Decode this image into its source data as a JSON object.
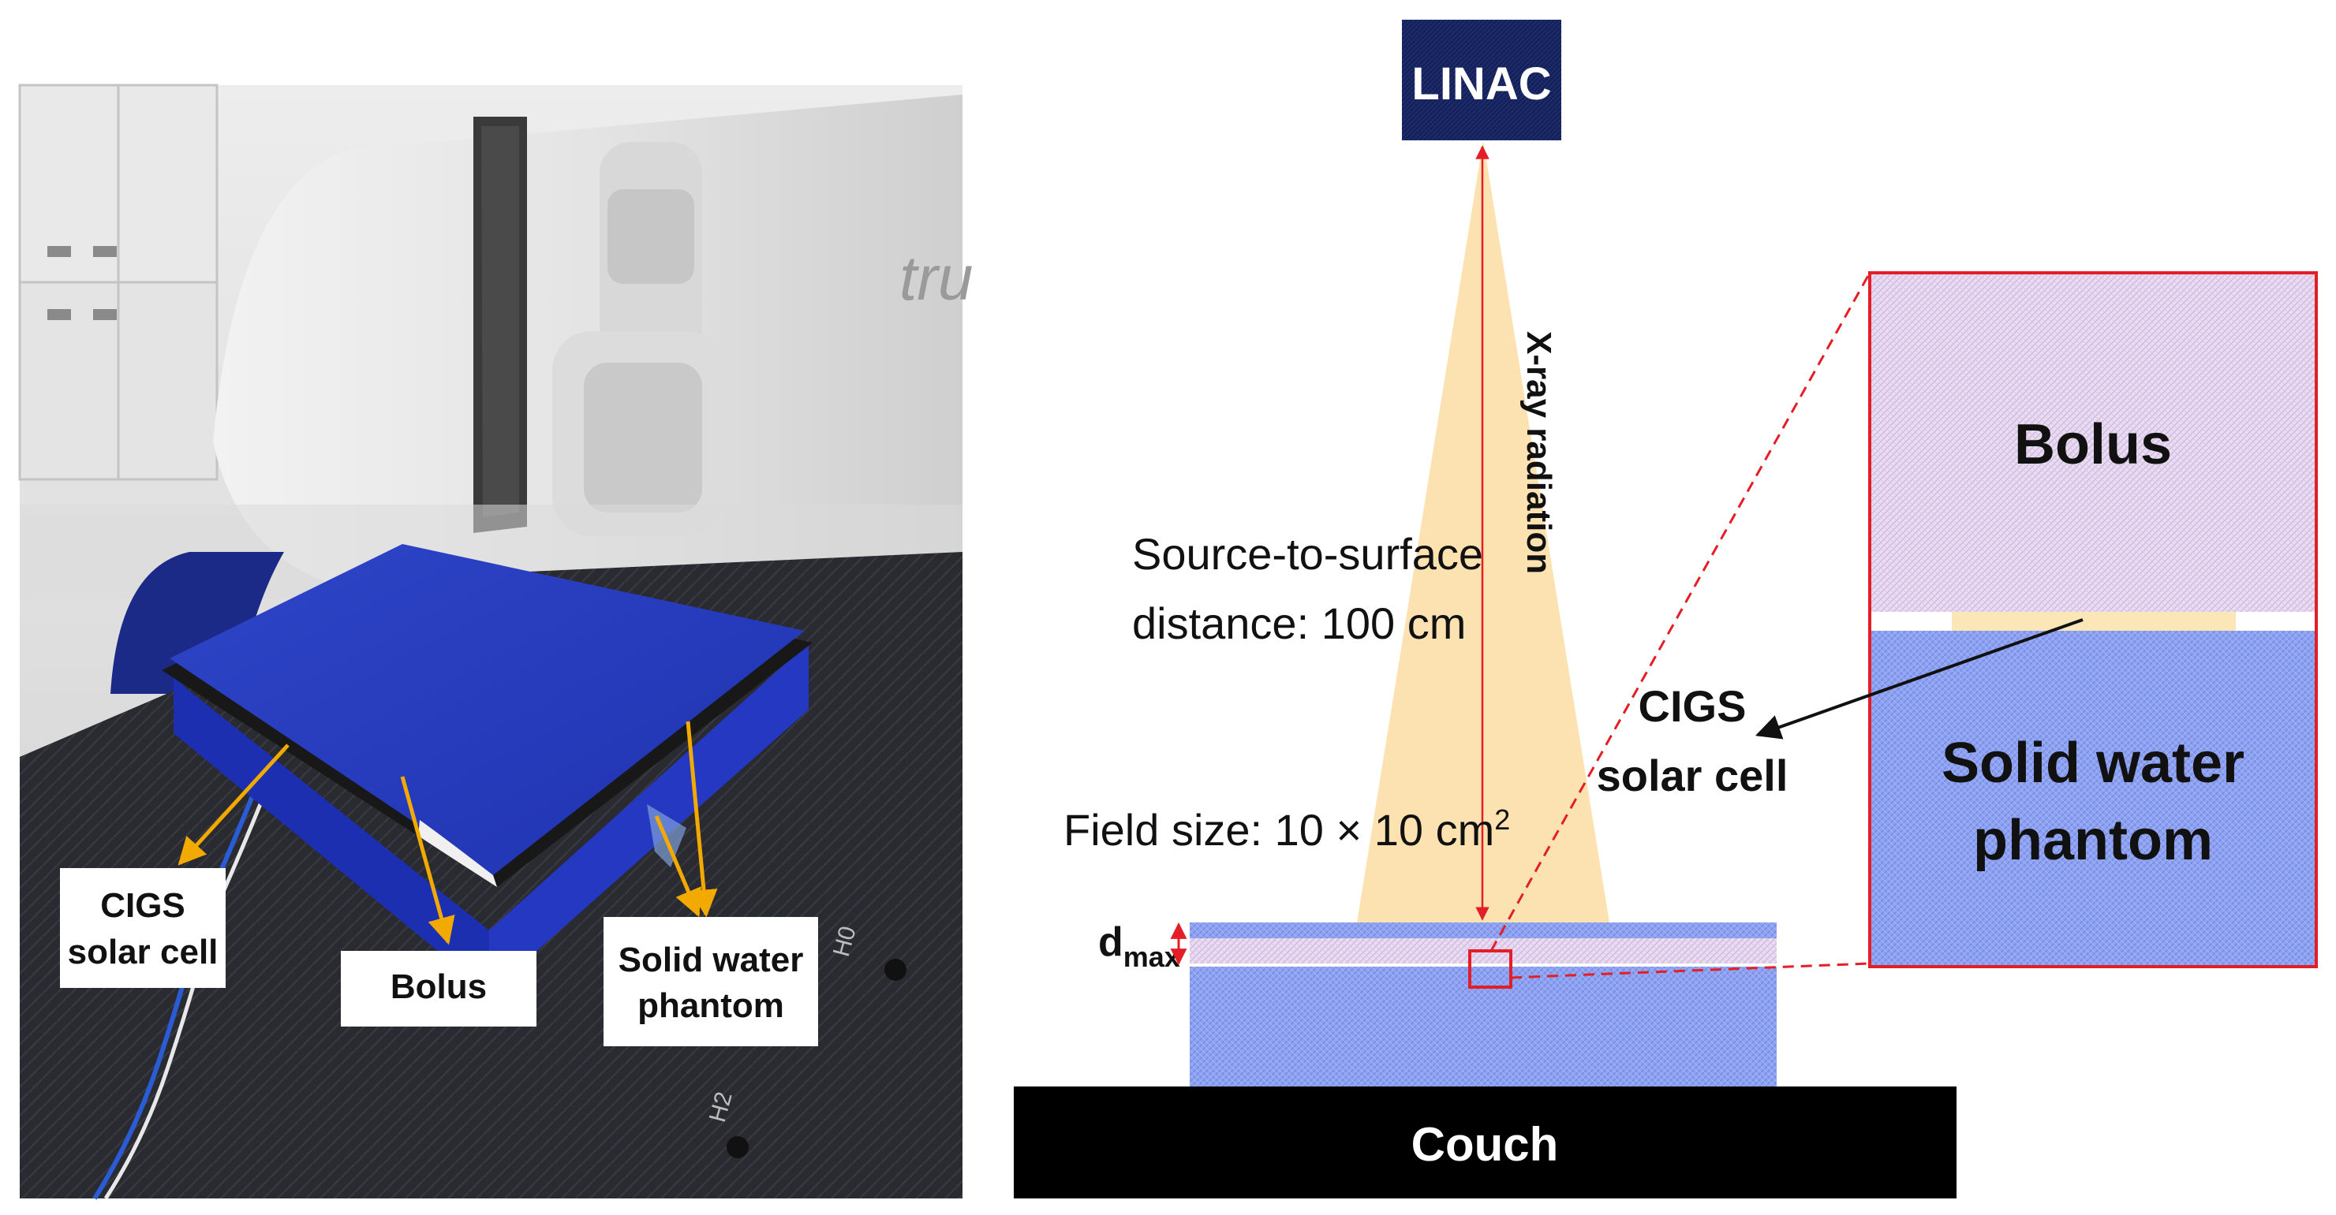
{
  "photo": {
    "scene_text": "tru",
    "couch_marks": {
      "h0": "H0",
      "h2": "H2"
    },
    "callouts": {
      "cigs": [
        "CIGS",
        "solar cell"
      ],
      "bolus": "Bolus",
      "phantom": [
        "Solid water",
        "phantom"
      ]
    }
  },
  "diagram": {
    "linac": "LINAC",
    "xray": "X-ray radiation",
    "ssd": [
      "Source-to-surface",
      "distance: 100 cm"
    ],
    "field": {
      "text": "Field size: 10 × 10 cm",
      "sup": "2"
    },
    "dmax": {
      "main": "d",
      "sub": "max"
    },
    "couch": "Couch",
    "cigs": [
      "CIGS",
      "solar cell"
    ]
  },
  "inset": {
    "bolus": "Bolus",
    "phantom": [
      "Solid water",
      "phantom"
    ]
  },
  "colors": {
    "linac_box": "#13215a",
    "beam": "#fbe2b0",
    "phantom_blue": "#8a9ff2",
    "bolus_lavender": "#e6d6ef",
    "highlight_red": "#e41e26",
    "callout_orange": "#f2a900",
    "couch": "#000000"
  }
}
